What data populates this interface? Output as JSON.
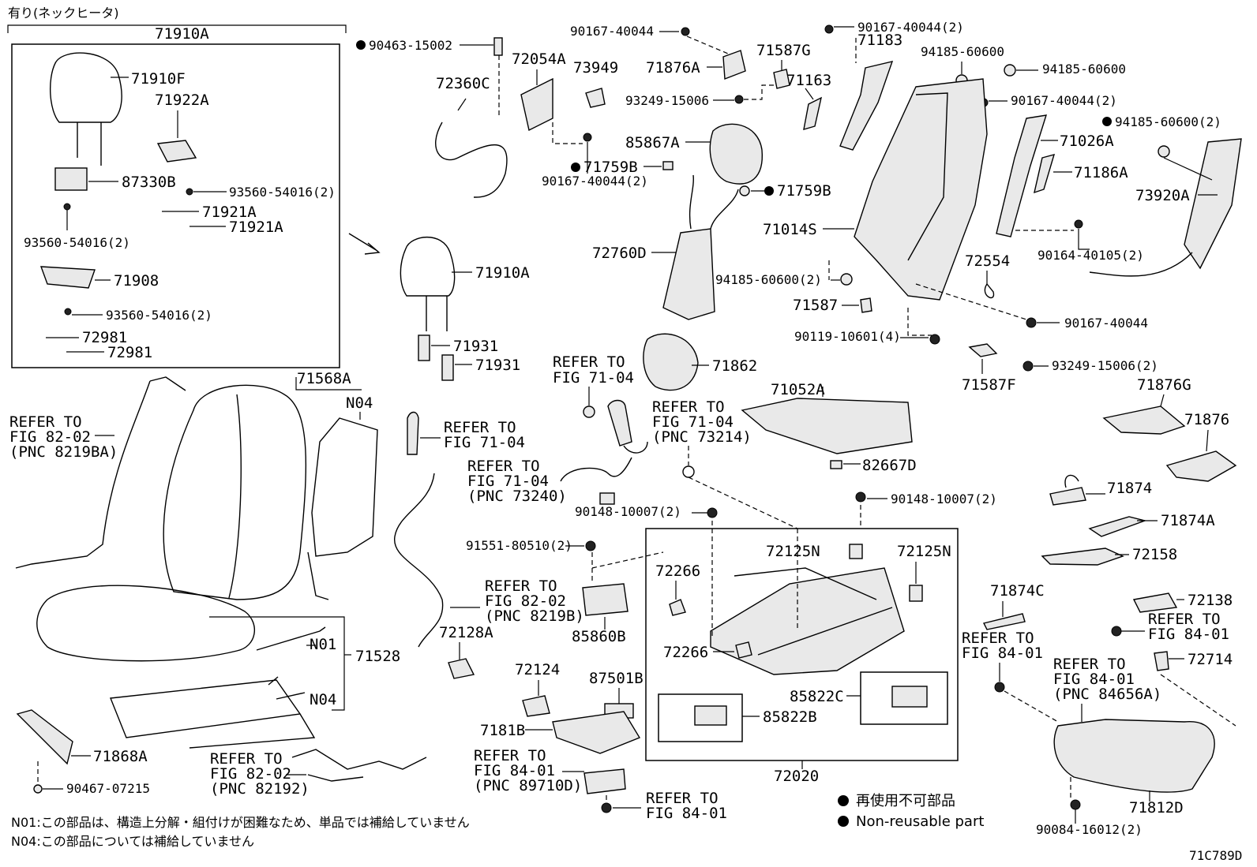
{
  "header_note": "有り(ネックヒータ)",
  "footnotes": {
    "n01": "N01:この部品は、構造上分解・組付けが困難なため、単品では補給していません",
    "n04": "N04:この部品については補給していません"
  },
  "legend": {
    "ja": "再使用不可部品",
    "en": "Non-reusable part"
  },
  "diagram_code": "71C789D",
  "colors": {
    "line": "#000000",
    "part_fill": "#e9e9e9",
    "background": "#ffffff"
  },
  "parts": {
    "p71910A_top": "71910A",
    "p71910F": "71910F",
    "p71922A": "71922A",
    "p87330B": "87330B",
    "p93560_54016_a": "93560-54016(2)",
    "p71921A_a": "71921A",
    "p71921A_b": "71921A",
    "p93560_54016_b": "93560-54016(2)",
    "p71908": "71908",
    "p93560_54016_c": "93560-54016(2)",
    "p72981_a": "72981",
    "p72981_b": "72981",
    "p71910A": "71910A",
    "p71931_a": "71931",
    "p71931_b": "71931",
    "p90463_15002": "90463-15002",
    "p72360C": "72360C",
    "p72054A": "72054A",
    "p73949": "73949",
    "p90167_40044_a": "90167-40044",
    "p71876A": "71876A",
    "p71587G": "71587G",
    "p93249_15006_a": "93249-15006",
    "p71163": "71163",
    "p90167_40044_b": "90167-40044(2)",
    "p71183": "71183",
    "p94185_60600_a": "94185-60600",
    "p94185_60600_b": "94185-60600",
    "p90167_40044_c": "90167-40044(2)",
    "p94185_60600_c": "94185-60600(2)",
    "p71026A": "71026A",
    "p71186A": "71186A",
    "p73920A": "73920A",
    "p85867A": "85867A",
    "p71759B_a": "71759B",
    "p90167_40044_d": "90167-40044(2)",
    "p71759B_b": "71759B",
    "p71014S": "71014S",
    "p72760D": "72760D",
    "p94185_60600_d": "94185-60600(2)",
    "p72554": "72554",
    "p90164_40105": "90164-40105(2)",
    "p71587": "71587",
    "p90167_40044_e": "90167-40044",
    "p90119_10601": "90119-10601(4)",
    "p93249_15006_b": "93249-15006(2)",
    "p71587F": "71587F",
    "p71862": "71862",
    "p71568A": "71568A",
    "pN04_a": "N04",
    "p71052A": "71052A",
    "p71876G": "71876G",
    "p71876": "71876",
    "p82667D": "82667D",
    "p71874": "71874",
    "p71874A": "71874A",
    "p90148_10007_a": "90148-10007(2)",
    "p90148_10007_b": "90148-10007(2)",
    "p91551_80510": "91551-80510(2)",
    "p72125N_a": "72125N",
    "p72125N_b": "72125N",
    "p72266_a": "72266",
    "p72266_b": "72266",
    "p72158": "72158",
    "p71874C": "71874C",
    "p72138": "72138",
    "p85860B": "85860B",
    "p72128A": "72128A",
    "pN01": "N01",
    "p71528": "71528",
    "pN04_b": "N04",
    "p72714": "72714",
    "p72124": "72124",
    "p87501B": "87501B",
    "p85822C": "85822C",
    "p85822B": "85822B",
    "p7181B": "7181B",
    "p71868A": "71868A",
    "p90467_07215": "90467-07215",
    "p72020": "72020",
    "p71812D": "71812D",
    "p90084_16012": "90084-16012(2)"
  },
  "refs": {
    "r1": [
      "REFER TO",
      "FIG 82-02",
      "(PNC 8219BA)"
    ],
    "r2": [
      "REFER TO",
      "FIG 71-04"
    ],
    "r3": [
      "REFER TO",
      "FIG 71-04"
    ],
    "r4": [
      "REFER TO",
      "FIG 71-04",
      "(PNC 73214)"
    ],
    "r5": [
      "REFER TO",
      "FIG 71-04",
      "(PNC 73240)"
    ],
    "r6": [
      "REFER TO",
      "FIG 82-02",
      "(PNC 8219B)"
    ],
    "r7": [
      "REFER TO",
      "FIG 82-02",
      "(PNC 82192)"
    ],
    "r8": [
      "REFER TO",
      "FIG 84-01",
      "(PNC 89710D)"
    ],
    "r9": [
      "REFER TO",
      "FIG 84-01"
    ],
    "r10": [
      "REFER TO",
      "FIG 84-01"
    ],
    "r11": [
      "REFER TO",
      "FIG 84-01"
    ],
    "r12": [
      "REFER TO",
      "FIG 84-01",
      "(PNC 84656A)"
    ]
  }
}
